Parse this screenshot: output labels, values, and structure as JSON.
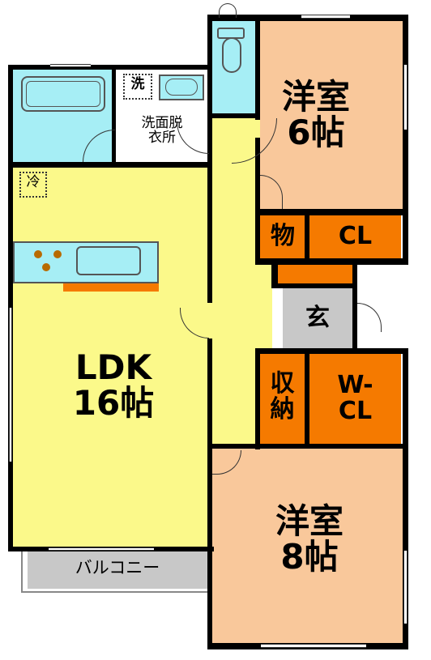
{
  "rooms": {
    "bedroom_top": {
      "label": "洋室\n6帖"
    },
    "bedroom_bottom": {
      "label": "洋室\n8帖"
    },
    "ldk": {
      "label": "LDK\n16帖"
    },
    "storage_mono": {
      "label": "物"
    },
    "closet": {
      "label": "CL"
    },
    "entrance": {
      "label": "玄"
    },
    "shuno": {
      "label": "収\n納"
    },
    "walkin": {
      "label": "W-\nCL"
    },
    "washroom": {
      "label": "洗面脱\n衣所"
    },
    "washer": {
      "label": "洗"
    },
    "fridge": {
      "label": "冷"
    },
    "balcony": {
      "label": "バルコニー"
    }
  },
  "colors": {
    "bedroom": "#f9c89b",
    "ldk": "#fbf98a",
    "corridor": "#fbf98a",
    "storage": "#f57a00",
    "water": "#a6eef5",
    "entrance": "#c8c8c8",
    "balcony": "#c8c8c8",
    "counter": "#f57a00",
    "wall": "#000000"
  }
}
